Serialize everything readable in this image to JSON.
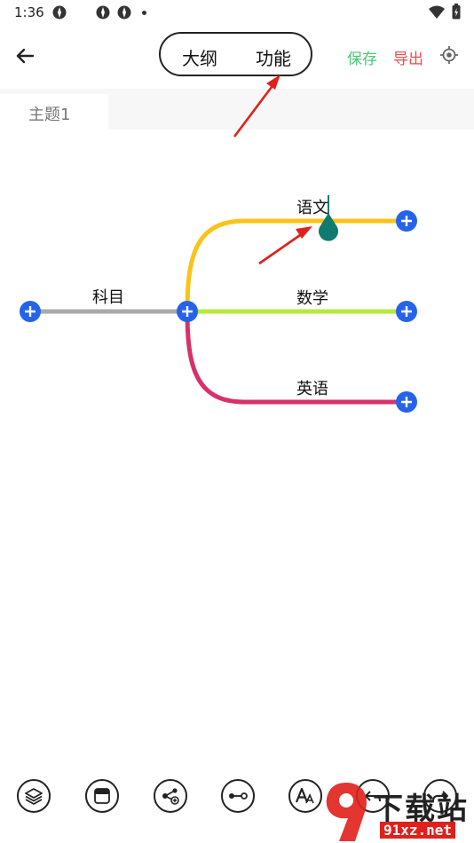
{
  "status_bar": {
    "time": "1:36"
  },
  "header": {
    "segments": [
      "大纲",
      "功能"
    ],
    "save_label": "保存",
    "export_label": "导出"
  },
  "tabs": [
    {
      "label": "主题1"
    }
  ],
  "mindmap": {
    "root": {
      "label": "科目",
      "color": "#aaaaaa"
    },
    "children": [
      {
        "label": "语文",
        "color": "#fbc318"
      },
      {
        "label": "数学",
        "color": "#b5ea3a"
      },
      {
        "label": "英语",
        "color": "#d9306a"
      }
    ],
    "handle_color": "#2563eb",
    "cursor_color": "#0f7a6e"
  },
  "annotation_color": "#e0201b",
  "toolbar": {
    "icons": [
      "layers-icon",
      "window-icon",
      "branch-add-icon",
      "connector-icon",
      "font-size-icon",
      "undo-icon",
      "redo-icon"
    ]
  },
  "watermark": {
    "text": "下载站",
    "site": "91xz.net"
  }
}
